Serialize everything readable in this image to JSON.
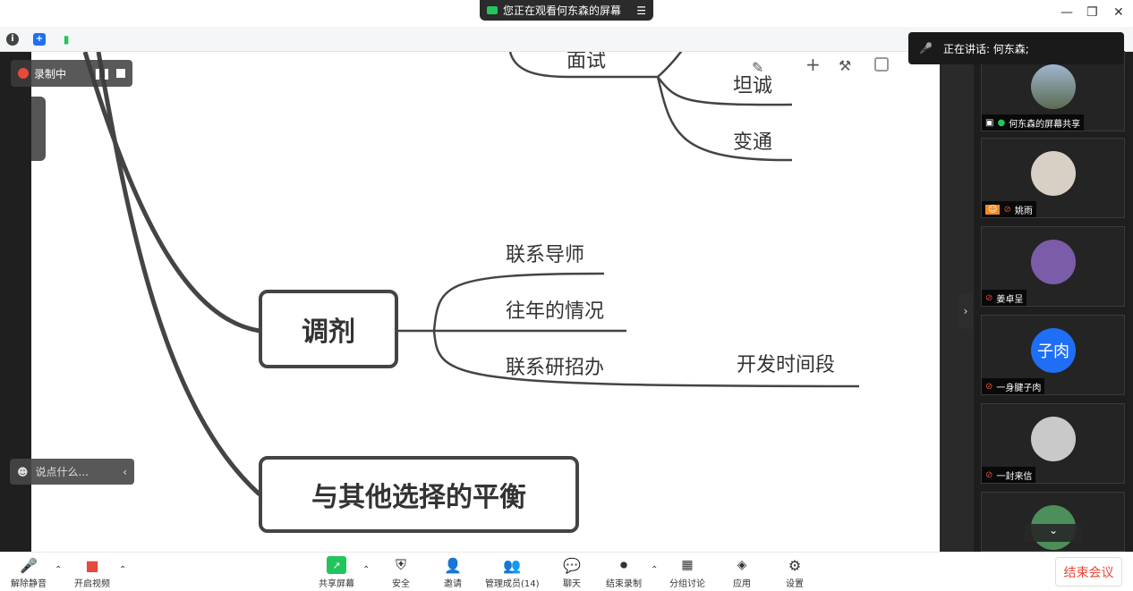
{
  "window": {
    "viewing_banner": "您正在观看何东森的屏幕",
    "minimize": "—",
    "restore": "❐",
    "close": "✕"
  },
  "recording": {
    "label": "录制中"
  },
  "chat": {
    "placeholder": "说点什么..."
  },
  "speaking": {
    "label": "正在讲话: 何东森;"
  },
  "mindmap": {
    "nodes": [
      {
        "id": "mianshi",
        "text": "面试"
      },
      {
        "id": "tancheng",
        "text": "坦诚"
      },
      {
        "id": "biantong",
        "text": "变通"
      },
      {
        "id": "tiaoji",
        "text": "调剂"
      },
      {
        "id": "lianxidaoshi",
        "text": "联系导师"
      },
      {
        "id": "wangnian",
        "text": "往年的情况"
      },
      {
        "id": "yanzhaoban",
        "text": "联系研招办"
      },
      {
        "id": "shijianduan",
        "text": "开发时间段"
      },
      {
        "id": "pingheng",
        "text": "与其他选择的平衡"
      }
    ]
  },
  "participants": [
    {
      "name": "何东森的屏幕共享",
      "avatar_color": "#6a8aa8"
    },
    {
      "name": "姚雨",
      "avatar_color": "#d8cfc5"
    },
    {
      "name": "姜卓呈",
      "avatar_color": "#7b5ca8"
    },
    {
      "name": "一身腱子肉",
      "avatar_text": "子肉",
      "avatar_color": "#1e6ff5"
    },
    {
      "name": "一封来信",
      "avatar_color": "#c9c9c9"
    },
    {
      "name": "",
      "avatar_color": "#4d8f5a"
    }
  ],
  "toolbar": {
    "unmute": "解除静音",
    "video": "开启视频",
    "share": "共享屏幕",
    "security": "安全",
    "invite": "邀请",
    "members": "管理成员(14)",
    "chat": "聊天",
    "stop_record": "结束录制",
    "breakout": "分组讨论",
    "apps": "应用",
    "settings": "设置",
    "end": "结束会议"
  },
  "colors": {
    "danger": "#e64a3b",
    "green": "#23c45e",
    "accent": "#1e6ff5"
  }
}
